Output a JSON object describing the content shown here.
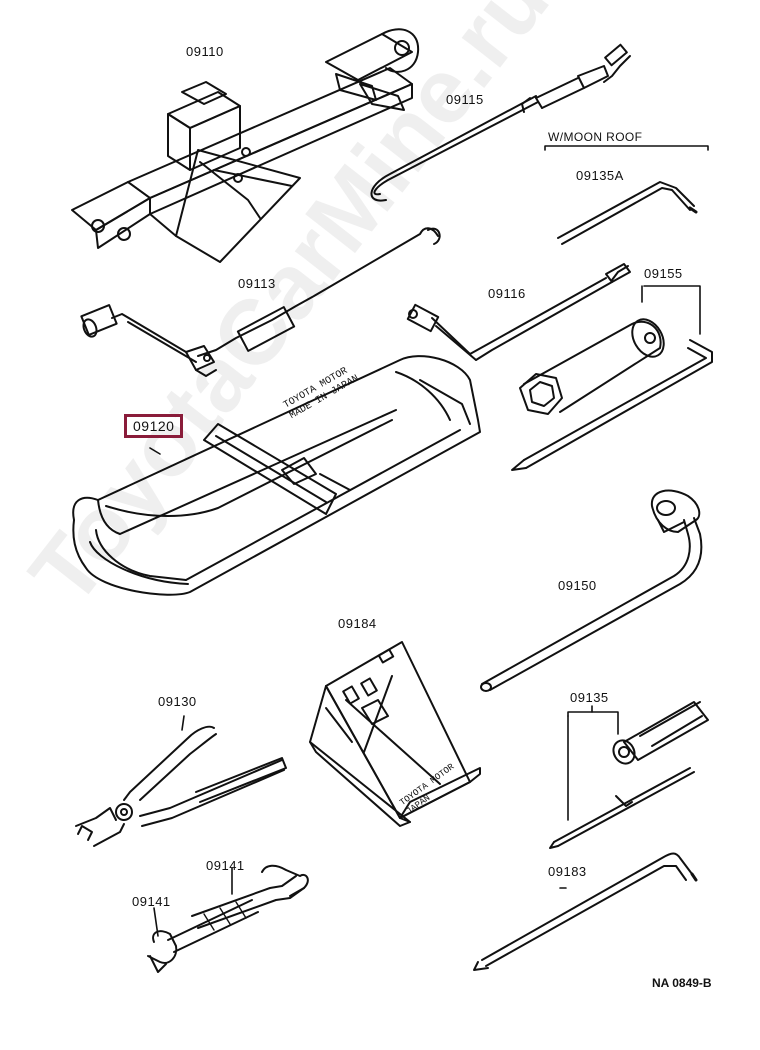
{
  "parts": [
    {
      "id": "jack",
      "code": "09110"
    },
    {
      "id": "jack-handle-extension",
      "code": "09115"
    },
    {
      "id": "moonroof-wrench",
      "code": "09135A"
    },
    {
      "id": "jack-handle",
      "code": "09113"
    },
    {
      "id": "jack-handle-bar",
      "code": "09116"
    },
    {
      "id": "socket-wrench",
      "code": "09155"
    },
    {
      "id": "tool-bag",
      "code": "09120",
      "selected": true
    },
    {
      "id": "wheel-nut-wrench",
      "code": "09150"
    },
    {
      "id": "wheel-chock",
      "code": "09184"
    },
    {
      "id": "pliers",
      "code": "09130"
    },
    {
      "id": "screwdriver",
      "code": "09135"
    },
    {
      "id": "spanner-a",
      "code": "09141"
    },
    {
      "id": "spanner-b",
      "code": "09141"
    },
    {
      "id": "hub-nut-wrench",
      "code": "09183"
    }
  ],
  "note": "W/MOON ROOF",
  "bag_print": {
    "line1": "TOYOTA MOTOR",
    "line2": "MADE IN JAPAN"
  },
  "chock_print": {
    "line1": "TOYOTA MOTOR",
    "line2": "JAPAN"
  },
  "drawing_code": "NA 0849-B",
  "watermark": "ToyotaCarMine.ru",
  "colors": {
    "line": "#111111",
    "selected_frame": "#8a1c3a",
    "watermark": "#000000"
  }
}
